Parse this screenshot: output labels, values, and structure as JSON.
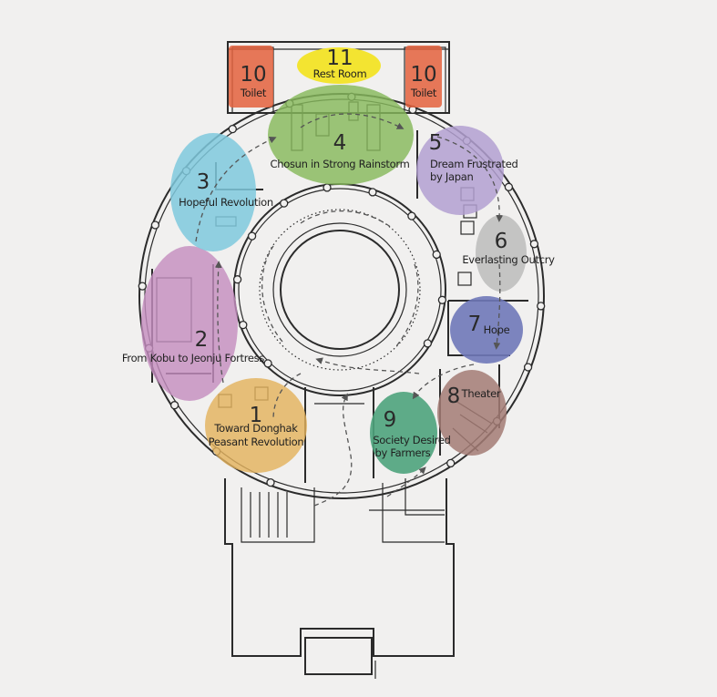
{
  "colors": {
    "background": "#f1f0ef",
    "wall": "#2b2b2b",
    "z1": "#e3b25e",
    "z2": "#c58ec0",
    "z3": "#7fc9dd",
    "z4": "#86b85c",
    "z5": "#b3a0d1",
    "z6": "#bdbdbd",
    "z7": "#6f78b8",
    "z8": "#a37b74",
    "z9": "#4ea37c",
    "z10": "#e4613d",
    "z11": "#f3e431"
  },
  "zones": [
    {
      "id": "z1",
      "number": "1",
      "label_lines": [
        "Toward Donghak",
        "Peasant Revolution"
      ]
    },
    {
      "id": "z2",
      "number": "2",
      "label_lines": [
        "From Kobu to Jeonju Fortress"
      ]
    },
    {
      "id": "z3",
      "number": "3",
      "label_lines": [
        "Hopeful Revolution"
      ]
    },
    {
      "id": "z4",
      "number": "4",
      "label_lines": [
        "Chosun in Strong Rainstorm"
      ]
    },
    {
      "id": "z5",
      "number": "5",
      "label_lines": [
        "Dream Frustrated",
        "by Japan"
      ]
    },
    {
      "id": "z6",
      "number": "6",
      "label_lines": [
        "Everlasting Outcry"
      ]
    },
    {
      "id": "z7",
      "number": "7",
      "label_lines": [
        "Hope"
      ]
    },
    {
      "id": "z8",
      "number": "8",
      "label_lines": [
        "Theater"
      ]
    },
    {
      "id": "z9",
      "number": "9",
      "label_lines": [
        "Society Desired",
        "by Farmers"
      ]
    },
    {
      "id": "z10a",
      "number": "10",
      "label_lines": [
        "Toilet"
      ]
    },
    {
      "id": "z10b",
      "number": "10",
      "label_lines": [
        "Toilet"
      ]
    },
    {
      "id": "z11",
      "number": "11",
      "label_lines": [
        "Rest Room"
      ]
    }
  ]
}
